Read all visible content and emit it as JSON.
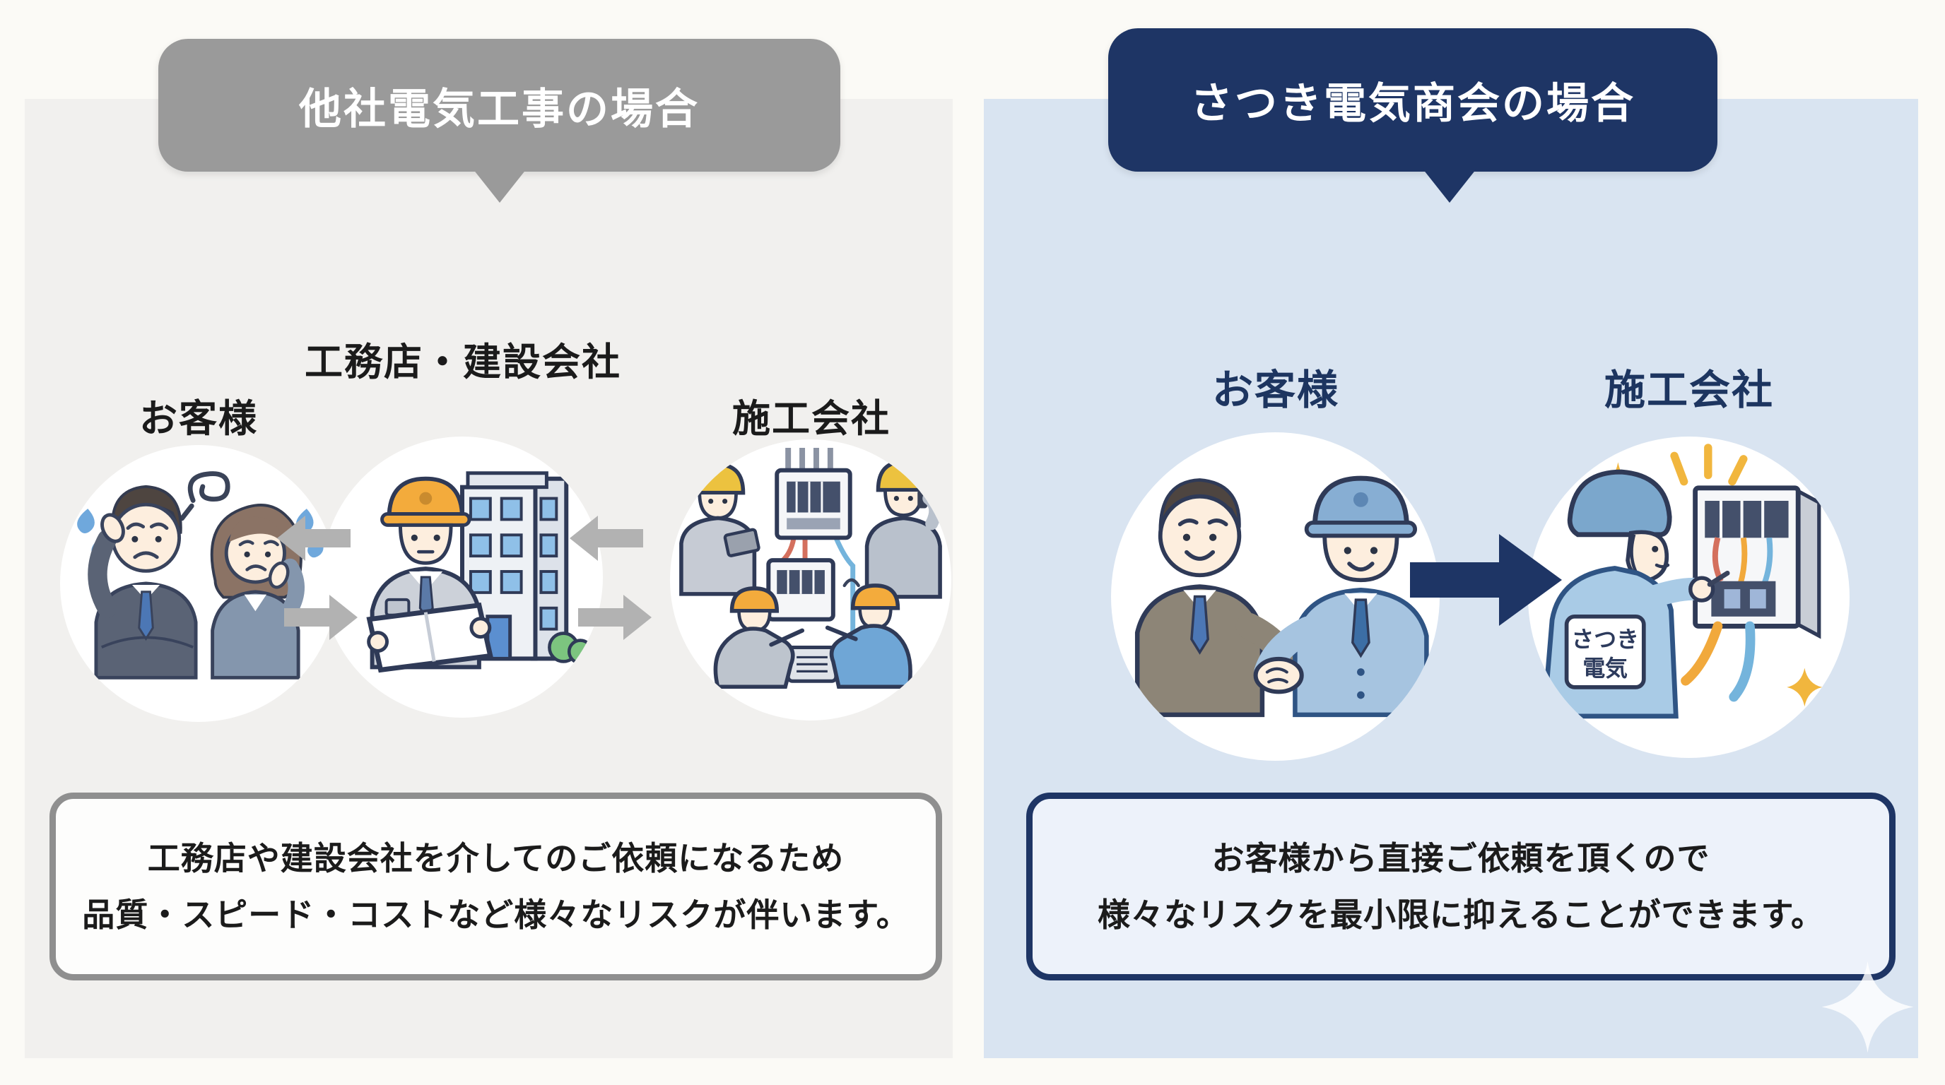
{
  "left_panel": {
    "header": "他社電気工事の場合",
    "theme_color": "#9a9a9a",
    "background": "#f1f0ee",
    "entities": [
      {
        "label": "お客様"
      },
      {
        "label": "工務店・建設会社"
      },
      {
        "label": "施工会社"
      }
    ],
    "note": {
      "line1": "工務店や建設会社を介してのご依頼になるため",
      "line2": "品質・スピード・コストなど様々なリスクが伴います。"
    }
  },
  "right_panel": {
    "header": "さつき電気商会の場合",
    "theme_color": "#1e3565",
    "background": "#d9e4f1",
    "entities": [
      {
        "label": "お客様"
      },
      {
        "label": "施工会社"
      }
    ],
    "uniform_patch": {
      "line1": "さつき",
      "line2": "電気"
    },
    "note": {
      "line1": "お客様から直接ご依頼を頂くので",
      "line2": "様々なリスクを最小限に抑えることができます。"
    }
  }
}
